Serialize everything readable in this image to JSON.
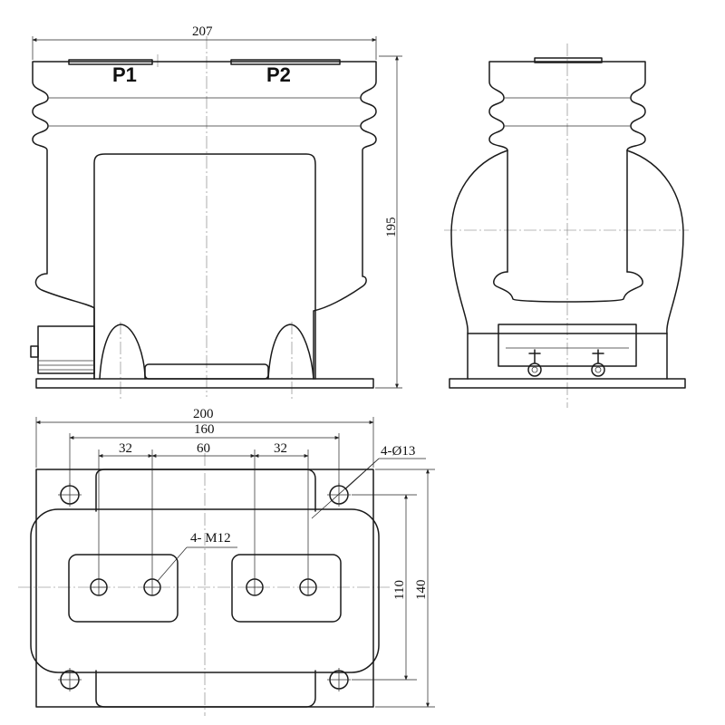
{
  "front_view": {
    "terminal_labels": [
      "P1",
      "P2"
    ],
    "dim_width": "207",
    "dim_height": "195"
  },
  "plan_view": {
    "dim_base_width": "200",
    "dim_bolt_span": "160",
    "dim_pitch_left": "32",
    "dim_pitch_mid": "60",
    "dim_pitch_right": "32",
    "dim_bolt_row": "110",
    "dim_base_depth": "140",
    "callout_holes": "4-Ø13",
    "callout_studs": "4- M12"
  }
}
